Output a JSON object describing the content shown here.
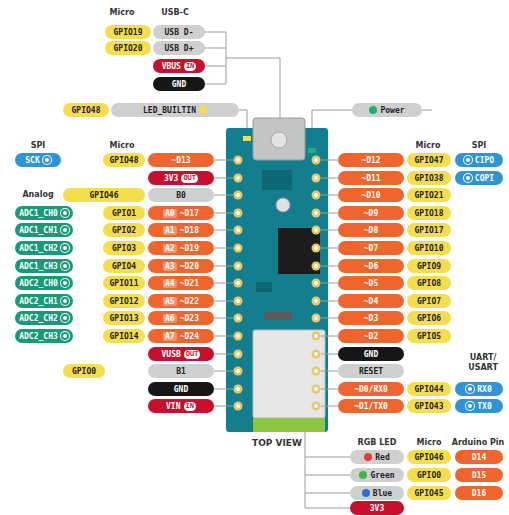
{
  "diagram": {
    "nodes": [
      {
        "text": [
          "GPIO19"
        ]
      },
      {
        "text": [
          "USB D-"
        ]
      },
      {
        "text": [
          "GPIO20"
        ]
      },
      {
        "text": [
          "USB D+"
        ]
      },
      {
        "text": [
          "VBUS",
          "IN"
        ]
      },
      {
        "text": [
          "GND"
        ]
      },
      {
        "text": [
          "GPIO48"
        ]
      },
      {
        "text": [
          "LED_BUILTIN"
        ]
      },
      {
        "text": [
          "Power"
        ]
      },
      {
        "text": [
          "SCK"
        ]
      },
      {
        "text": [
          "GPIO48"
        ]
      },
      {
        "text": [
          "~D13"
        ]
      },
      {
        "text": [
          "3V3",
          "OUT"
        ]
      },
      {
        "text": [
          "GPIO46"
        ]
      },
      {
        "text": [
          "B0"
        ]
      },
      {
        "text": [
          "ADC1_CH0"
        ]
      },
      {
        "text": [
          "GPIO1"
        ]
      },
      {
        "text": [
          "A0",
          "~D17"
        ]
      },
      {
        "text": [
          "ADC1_CH1"
        ]
      },
      {
        "text": [
          "GPIO2"
        ]
      },
      {
        "text": [
          "A1",
          "~D18"
        ]
      },
      {
        "text": [
          "ADC1_CH2"
        ]
      },
      {
        "text": [
          "GPIO3"
        ]
      },
      {
        "text": [
          "A2",
          "~D19"
        ]
      },
      {
        "text": [
          "ADC1_CH3"
        ]
      },
      {
        "text": [
          "GPIO4"
        ]
      },
      {
        "text": [
          "A3",
          "~D20"
        ]
      },
      {
        "text": [
          "ADC2_CH0"
        ]
      },
      {
        "text": [
          "GPIO11"
        ]
      },
      {
        "text": [
          "A4",
          "~D21"
        ]
      },
      {
        "text": [
          "ADC2_CH1"
        ]
      },
      {
        "text": [
          "GPIO12"
        ]
      },
      {
        "text": [
          "A5",
          "~D22"
        ]
      },
      {
        "text": [
          "ADC2_CH2"
        ]
      },
      {
        "text": [
          "GPIO13"
        ]
      },
      {
        "text": [
          "A6",
          "~D23"
        ]
      },
      {
        "text": [
          "ADC2_CH3"
        ]
      },
      {
        "text": [
          "GPIO14"
        ]
      },
      {
        "text": [
          "A7",
          "~D24"
        ]
      },
      {
        "text": [
          "VUSB",
          "OUT"
        ]
      },
      {
        "text": [
          "GPIO0"
        ]
      },
      {
        "text": [
          "B1"
        ]
      },
      {
        "text": [
          "GND"
        ]
      },
      {
        "text": [
          "VIN",
          "IN"
        ]
      },
      {
        "text": [
          "~D12"
        ]
      },
      {
        "text": [
          "GPIO47"
        ]
      },
      {
        "text": [
          "CIPO"
        ]
      },
      {
        "text": [
          "~D11"
        ]
      },
      {
        "text": [
          "GPIO38"
        ]
      },
      {
        "text": [
          "COPI"
        ]
      },
      {
        "text": [
          "~D10"
        ]
      },
      {
        "text": [
          "GPIO21"
        ]
      },
      {
        "text": [
          "~D9"
        ]
      },
      {
        "text": [
          "GPIO18"
        ]
      },
      {
        "text": [
          "~D8"
        ]
      },
      {
        "text": [
          "GPIO17"
        ]
      },
      {
        "text": [
          "~D7"
        ]
      },
      {
        "text": [
          "GPIO10"
        ]
      },
      {
        "text": [
          "~D6"
        ]
      },
      {
        "text": [
          "GPIO9"
        ]
      },
      {
        "text": [
          "~D5"
        ]
      },
      {
        "text": [
          "GPIO8"
        ]
      },
      {
        "text": [
          "~D4"
        ]
      },
      {
        "text": [
          "GPIO7"
        ]
      },
      {
        "text": [
          "~D3"
        ]
      },
      {
        "text": [
          "GPIO6"
        ]
      },
      {
        "text": [
          "~D2"
        ]
      },
      {
        "text": [
          "GPIO5"
        ]
      },
      {
        "text": [
          "GND"
        ]
      },
      {
        "text": [
          "RESET"
        ]
      },
      {
        "text": [
          "~D0/RX0"
        ]
      },
      {
        "text": [
          "GPIO44"
        ]
      },
      {
        "text": [
          "RX0"
        ]
      },
      {
        "text": [
          "~D1/TX0"
        ]
      },
      {
        "text": [
          "GPIO43"
        ]
      },
      {
        "text": [
          "TX0"
        ]
      },
      {
        "text": [
          "Red"
        ]
      },
      {
        "text": [
          "GPIO46"
        ]
      },
      {
        "text": [
          "D14"
        ]
      },
      {
        "text": [
          "Green"
        ]
      },
      {
        "text": [
          "GPIO0"
        ]
      },
      {
        "text": [
          "D15"
        ]
      },
      {
        "text": [
          "Blue"
        ]
      },
      {
        "text": [
          "GPIO45"
        ]
      },
      {
        "text": [
          "D16"
        ]
      },
      {
        "text": [
          "3V3"
        ]
      }
    ],
    "labels": [
      "Micro",
      "USB-C",
      "SPI",
      "Micro",
      "Analog",
      "Micro",
      "SPI",
      "UART/ USART",
      "TOP VIEW",
      "RGB LED",
      "Micro",
      "Arduino Pin"
    ]
  }
}
